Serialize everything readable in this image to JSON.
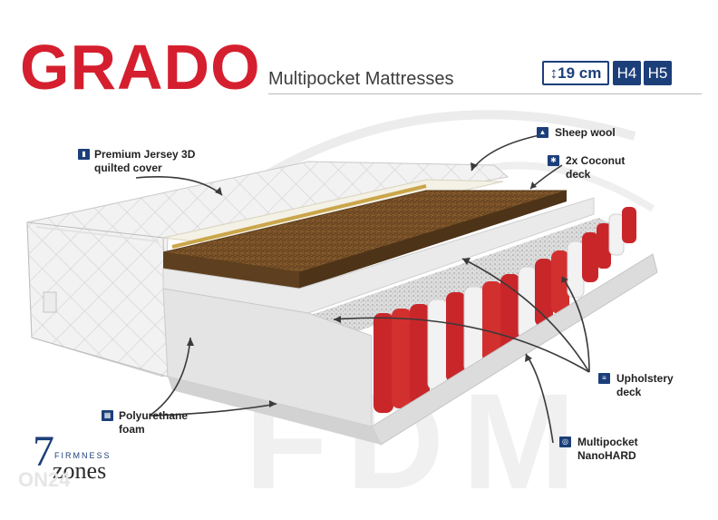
{
  "brand": {
    "name": "GRADO",
    "color": "#d51f2e"
  },
  "subtitle": "Multipocket Mattresses",
  "specs": {
    "height": "↕19 cm",
    "firmness_a": "H4",
    "firmness_b": "H5",
    "accent": "#1c3f7a"
  },
  "labels": {
    "cover": {
      "line1": "Premium Jersey 3D",
      "line2": "quilted cover",
      "icon": "thread-icon"
    },
    "wool": {
      "line1": "Sheep wool",
      "icon": "sheep-icon"
    },
    "coconut": {
      "line1": "2x Coconut",
      "line2": "deck",
      "icon": "palm-tree-icon"
    },
    "upholstery": {
      "line1": "Upholstery",
      "line2": "deck",
      "icon": "layers-icon"
    },
    "foam": {
      "line1": "Polyurethane",
      "line2": "foam",
      "icon": "foam-icon"
    },
    "springs": {
      "line1": "Multipocket",
      "line2": "NanoHARD",
      "icon": "spring-icon"
    }
  },
  "zones": {
    "number": "7",
    "word1": "FIRMNESS",
    "word2": "zones"
  },
  "watermarks": {
    "corner": "ON24",
    "center": "FDM"
  }
}
